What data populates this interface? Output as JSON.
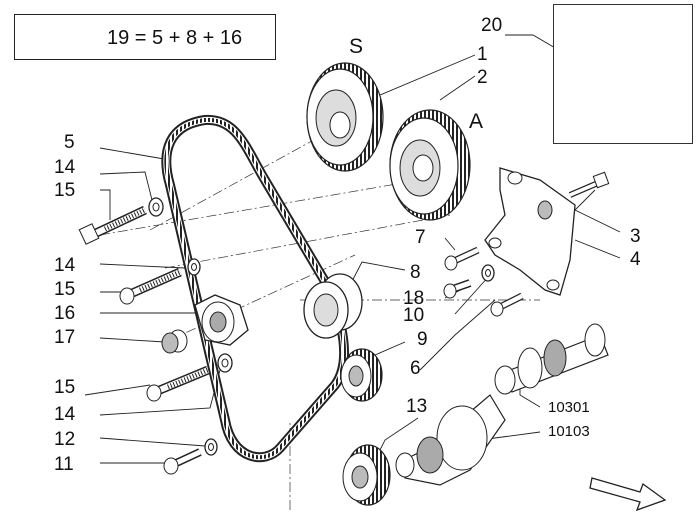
{
  "formula": {
    "text": "19 = 5 + 8 + 16",
    "icon": "kit-assembly-icon"
  },
  "letters": {
    "s": "S",
    "a": "A"
  },
  "labels": {
    "l1": "1",
    "l2": "2",
    "l3": "3",
    "l4": "4",
    "l5": "5",
    "l6": "6",
    "l7": "7",
    "l8": "8",
    "l9": "9",
    "l10": "10",
    "l11": "11",
    "l12": "12",
    "l13": "13",
    "l14a": "14",
    "l14b": "14",
    "l14c": "14",
    "l15a": "15",
    "l15b": "15",
    "l15c": "15",
    "l16": "16",
    "l17": "17",
    "l18": "18",
    "l20": "20",
    "l10301": "10301",
    "l10103": "10103"
  },
  "colors": {
    "ink": "#111111",
    "part_fill": "#ffffff",
    "shade": "#9a9a9a",
    "dark": "#555555"
  }
}
